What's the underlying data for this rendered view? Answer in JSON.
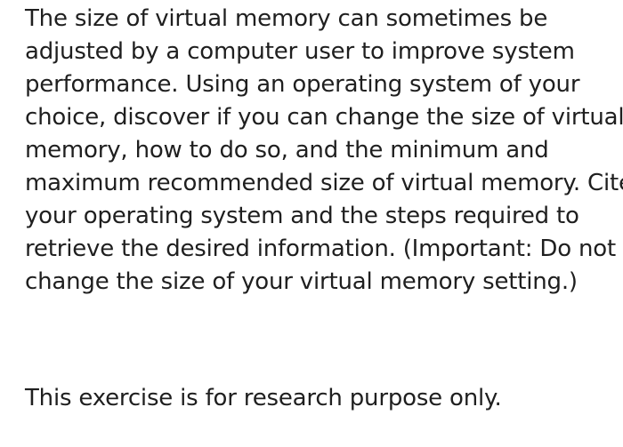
{
  "question": {
    "paragraph_1_lines": [
      "The size of virtual memory can sometimes be",
      "adjusted by a computer user to improve system",
      "performance. Using an operating system of your",
      "choice, discover if you can change the size of virtual",
      "memory, how to do so, and the minimum and",
      "maximum recommended size of virtual memory. Cite",
      "your operating system and the steps required to",
      "retrieve the desired information. (Important: Do not",
      "change the size of your virtual memory setting.)"
    ],
    "paragraph_2": "This exercise is for research purpose only."
  },
  "colors": {
    "background": "#ffffff",
    "text": "#1f1f1f"
  }
}
